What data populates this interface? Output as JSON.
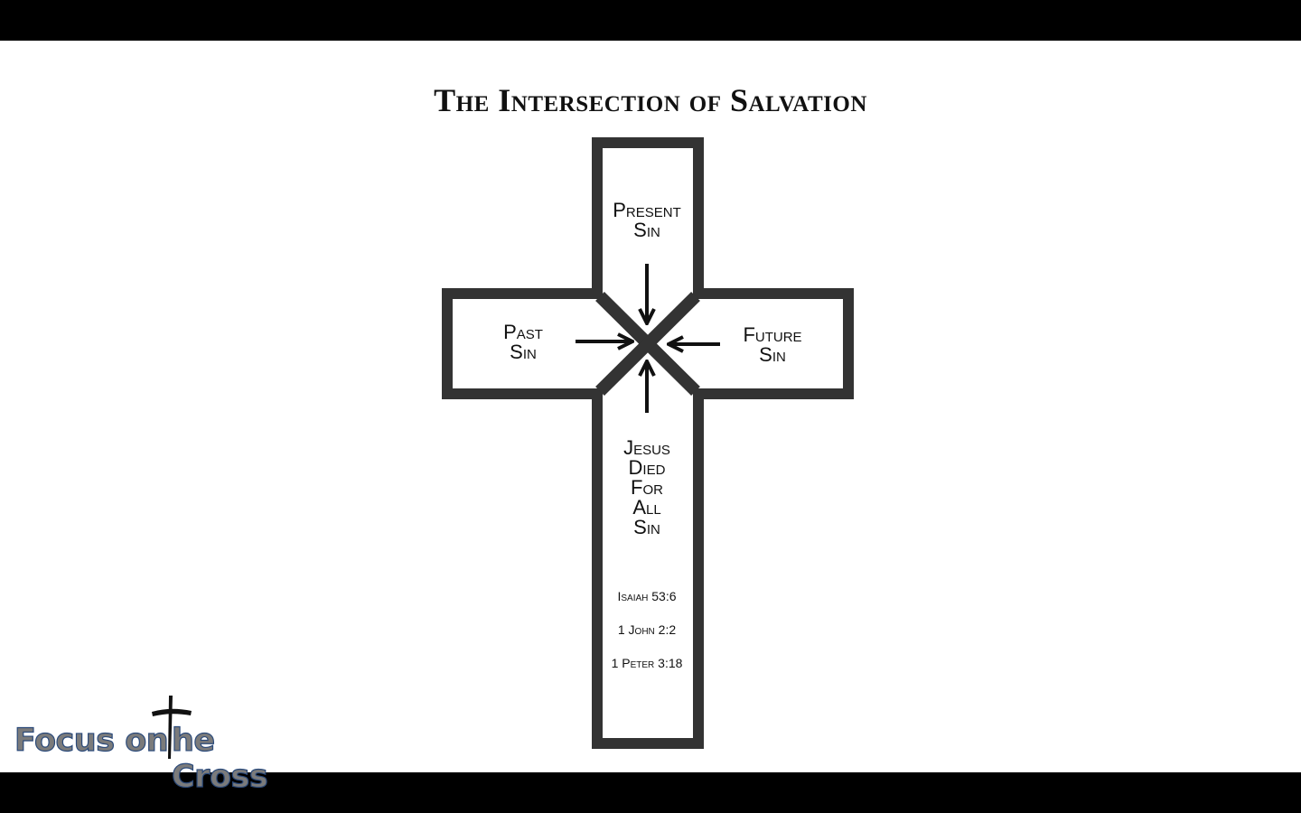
{
  "title": "The Intersection of Salvation",
  "cross": {
    "top": {
      "line1": "Present",
      "line2": "Sin"
    },
    "left": {
      "line1": "Past",
      "line2": "Sin"
    },
    "right": {
      "line1": "Future",
      "line2": "Sin"
    },
    "bottom": [
      "Jesus",
      "Died",
      "For",
      "All",
      "Sin"
    ],
    "references": [
      "Isaiah 53:6",
      "1 John 2:2",
      "1 Peter 3:18"
    ]
  },
  "logo": {
    "part1": "Focus on",
    "part2": "he Cross",
    "full": "Focus on The Cross"
  },
  "colors": {
    "outline": "#333333",
    "logo_fill": "#7b7b7b",
    "logo_stroke": "#2b4a7a"
  }
}
